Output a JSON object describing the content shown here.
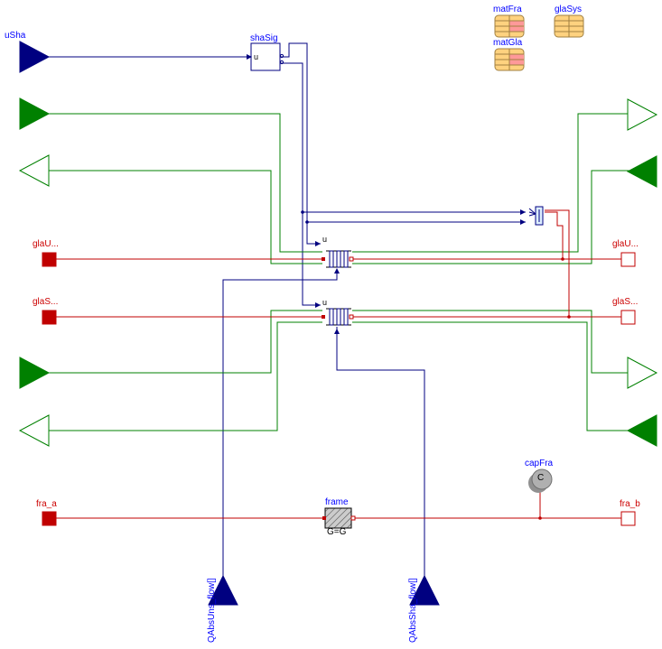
{
  "labels": {
    "uSha": "uSha",
    "shaSig": "shaSig",
    "shaSig_port": "u",
    "matFra": "matFra",
    "glaSys": "glaSys",
    "matGla": "matGla",
    "glaUn_left": "glaU...",
    "glaUn_right": "glaU...",
    "glaSh_left": "glaS...",
    "glaSh_right": "glaS...",
    "upper_u": "u",
    "lower_u": "u",
    "fra_a": "fra_a",
    "fra_b": "fra_b",
    "frame": "frame",
    "frame_param": "G=G",
    "capFra": "capFra",
    "capFra_icon": "C",
    "QAbsUns": "QAbsUns_flow[]",
    "QAbsSha": "QAbsSha_flow[]"
  },
  "colors": {
    "signal": "#000080",
    "radiation": "#008000",
    "heat": "#c00000",
    "label_blue": "#0000ff",
    "label_red": "#cc0000",
    "record_fill": "#ffd27f",
    "record_pink": "#ff9999",
    "frame_fill": "#cccccc",
    "cap_fill": "#b0b0b0"
  }
}
